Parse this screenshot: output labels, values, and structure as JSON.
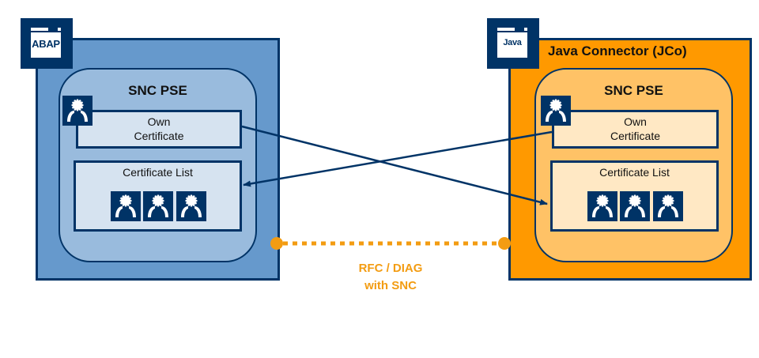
{
  "left_system": {
    "badge_label": "ABAP",
    "badge_icon": "document-icon",
    "pse_title": "SNC PSE",
    "own_certificate": [
      "Own",
      "Certificate"
    ],
    "certificate_list_title": "Certificate List",
    "certificate_list_count": 3,
    "colors": {
      "outer": "#6699cc",
      "pse": "#99bbdd",
      "box": "#d6e3f0",
      "border": "#003366"
    }
  },
  "right_system": {
    "badge_label": "Java",
    "badge_icon": "document-icon",
    "title": "Java Connector (JCo)",
    "pse_title": "SNC PSE",
    "own_certificate": [
      "Own",
      "Certificate"
    ],
    "certificate_list_title": "Certificate List",
    "certificate_list_count": 3,
    "colors": {
      "outer": "#ff9900",
      "pse": "#ffc266",
      "box": "#ffe8c4",
      "border": "#003366"
    }
  },
  "connection": {
    "label_line1": "RFC / DIAG",
    "label_line2": "with SNC",
    "color": "#f39c12",
    "style": "dotted"
  },
  "arrows": [
    {
      "from": "left_system.own_certificate",
      "to": "right_system.certificate_list"
    },
    {
      "from": "right_system.own_certificate",
      "to": "left_system.certificate_list"
    }
  ]
}
